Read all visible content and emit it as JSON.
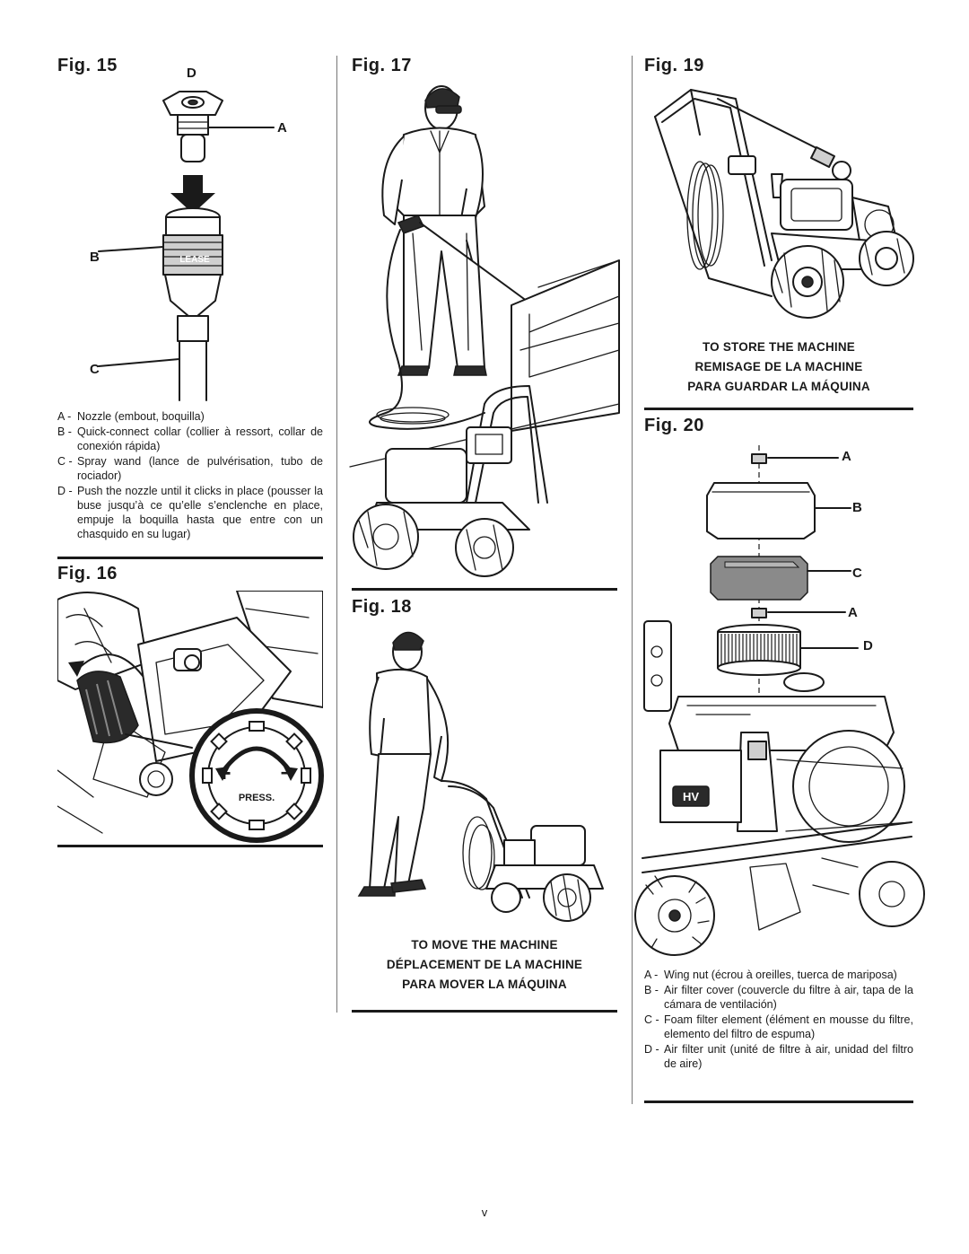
{
  "fig15": {
    "title": "Fig. 15",
    "callouts": {
      "a": "A",
      "b": "B",
      "c": "C",
      "d": "D"
    },
    "collar_text": "LEASE",
    "legend": [
      {
        "key": "A -",
        "text": "Nozzle (embout, boquilla)"
      },
      {
        "key": "B -",
        "text": "Quick-connect collar (collier à ressort, collar de conexión rápida)"
      },
      {
        "key": "C -",
        "text": "Spray wand (lance de pulvérisation, tubo de rociador)"
      },
      {
        "key": "D -",
        "text": "Push the nozzle until it clicks in place (pousser la buse jusqu’à ce qu’elle s’enclenche en place, empuje la boquilla hasta que entre con un chasquido en su lugar)"
      }
    ]
  },
  "fig16": {
    "title": "Fig. 16",
    "press_label": "PRESS.",
    "plus": "+",
    "minus": "–"
  },
  "fig17": {
    "title": "Fig. 17"
  },
  "fig18": {
    "title": "Fig. 18",
    "caption": [
      "TO MOVE THE MACHINE",
      "DÉPLACEMENT DE LA MACHINE",
      "PARA MOVER LA MÁQUINA"
    ]
  },
  "fig19": {
    "title": "Fig. 19",
    "caption": [
      "TO STORE THE MACHINE",
      "REMISAGE DE LA MACHINE",
      "PARA GUARDAR LA MÁQUINA"
    ]
  },
  "fig20": {
    "title": "Fig. 20",
    "callouts": {
      "a1": "A",
      "b": "B",
      "c": "C",
      "a2": "A",
      "d": "D"
    },
    "engine_badge": "HV",
    "legend": [
      {
        "key": "A -",
        "text": "Wing nut (écrou à oreilles, tuerca de mariposa)"
      },
      {
        "key": "B -",
        "text": "Air filter cover (couvercle du filtre à air, tapa de la cámara de ventilación)"
      },
      {
        "key": "C -",
        "text": "Foam filter element (élément en mousse du filtre, elemento del filtro de espuma)"
      },
      {
        "key": "D -",
        "text": "Air filter unit (unité de filtre à air, unidad del filtro de aire)"
      }
    ]
  },
  "page_number": "v"
}
